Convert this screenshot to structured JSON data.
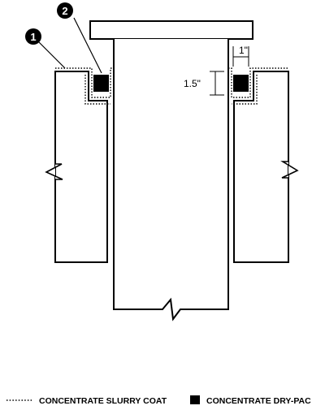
{
  "diagram": {
    "callouts": [
      {
        "number": "1"
      },
      {
        "number": "2"
      }
    ],
    "dimensions": {
      "width_label": "1\"",
      "depth_label": "1.5\""
    }
  },
  "legend": {
    "slurry_label": "CONCENTRATE SLURRY COAT",
    "drypac_label": "CONCENTRATE DRY-PAC"
  }
}
